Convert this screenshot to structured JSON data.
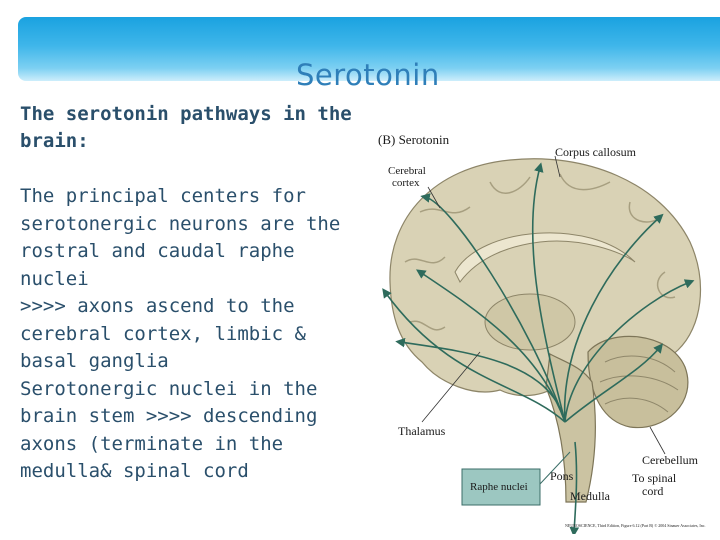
{
  "slide": {
    "title": "Serotonin",
    "lead": "The serotonin pathways in the brain:",
    "body": [
      "The principal centers for serotonergic neurons are the rostral and caudal raphe nuclei",
      ">>>> axons ascend to the cerebral cortex, limbic & basal ganglia",
      "Serotonergic nuclei in the brain stem >>>> descending axons (terminate in the medulla& spinal cord"
    ]
  },
  "figure": {
    "panel_label": "(B) Serotonin",
    "labels": {
      "corpus_callosum": "Corpus callosum",
      "cerebral_cortex_1": "Cerebral",
      "cerebral_cortex_2": "cortex",
      "thalamus": "Thalamus",
      "cerebellum": "Cerebellum",
      "pons": "Pons",
      "to_spinal_1": "To spinal",
      "to_spinal_2": "cord",
      "medulla": "Medulla",
      "raphe_nuclei": "Raphe nuclei"
    },
    "credit": "NEUROSCIENCE, Third Edition, Figure 6.12 (Part B) © 2004 Sinauer Associates, Inc.",
    "colors": {
      "brain": "#d9d2b5",
      "pathway": "#2e6b5c",
      "raphe_box": "#9cc7c1"
    }
  }
}
